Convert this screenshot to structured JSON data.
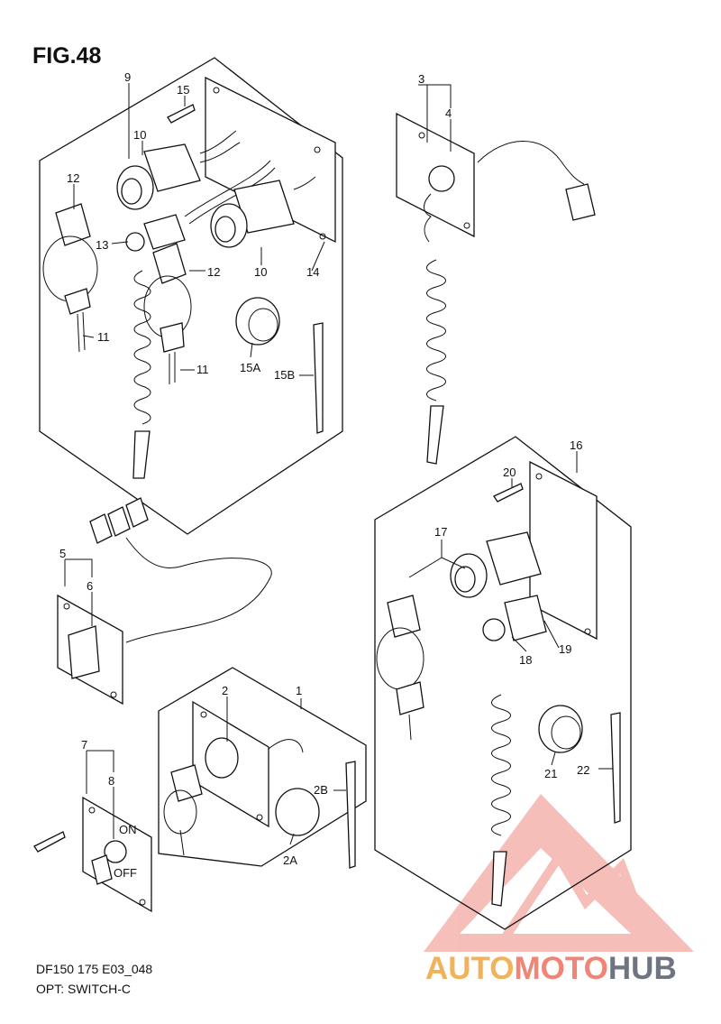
{
  "figure": {
    "title": "FIG.48",
    "code": "DF150 175 E03_048",
    "caption": "OPT: SWITCH-C"
  },
  "callouts": [
    {
      "id": "c9",
      "text": "9"
    },
    {
      "id": "c15",
      "text": "15"
    },
    {
      "id": "c10a",
      "text": "10"
    },
    {
      "id": "c12a",
      "text": "12"
    },
    {
      "id": "c13",
      "text": "13"
    },
    {
      "id": "c12b",
      "text": "12"
    },
    {
      "id": "c10b",
      "text": "10"
    },
    {
      "id": "c14",
      "text": "14"
    },
    {
      "id": "c11a",
      "text": "11"
    },
    {
      "id": "c11b",
      "text": "11"
    },
    {
      "id": "c15A",
      "text": "15A"
    },
    {
      "id": "c15B",
      "text": "15B"
    },
    {
      "id": "c3",
      "text": "3"
    },
    {
      "id": "c4",
      "text": "4"
    },
    {
      "id": "c16",
      "text": "16"
    },
    {
      "id": "c20",
      "text": "20"
    },
    {
      "id": "c17",
      "text": "17"
    },
    {
      "id": "c18",
      "text": "18"
    },
    {
      "id": "c19",
      "text": "19"
    },
    {
      "id": "c21",
      "text": "21"
    },
    {
      "id": "c22",
      "text": "22"
    },
    {
      "id": "c5",
      "text": "5"
    },
    {
      "id": "c6",
      "text": "6"
    },
    {
      "id": "c1",
      "text": "1"
    },
    {
      "id": "c2",
      "text": "2"
    },
    {
      "id": "c2B",
      "text": "2B"
    },
    {
      "id": "c2A",
      "text": "2A"
    },
    {
      "id": "c7",
      "text": "7"
    },
    {
      "id": "c8",
      "text": "8"
    }
  ],
  "switch_labels": {
    "on": "ON",
    "off": "OFF"
  },
  "watermark": {
    "part1": "AUTO",
    "part2": "MOTO",
    "part3": "HUB",
    "colors": {
      "part1": "#f0a53a",
      "part2": "#ee6f5f",
      "part3": "#555d6a",
      "logo": "#f08a80"
    }
  }
}
